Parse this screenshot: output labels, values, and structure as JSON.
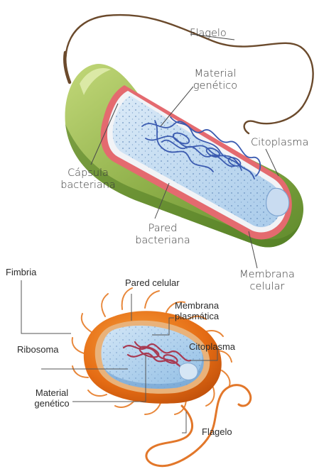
{
  "diagram_top": {
    "labels": {
      "flagelo": "Flagelo",
      "material_genetico_1": "Material",
      "material_genetico_2": "genético",
      "citoplasma": "Citoplasma",
      "capsula_1": "Cápsula",
      "capsula_2": "bacteriana",
      "pared_1": "Pared",
      "pared_2": "bacteriana",
      "membrana_1": "Membrana",
      "membrana_2": "celular"
    }
  },
  "diagram_bottom": {
    "labels": {
      "fimbria": "Fimbria",
      "pared_celular": "Pared celular",
      "membrana_plasmatica_1": "Membrana",
      "membrana_plasmatica_2": "plasmática",
      "ribosoma": "Ribosoma",
      "citoplasma": "Citoplasma",
      "material_genetico_1": "Material",
      "material_genetico_2": "genético",
      "flagelo": "Flagelo"
    }
  }
}
